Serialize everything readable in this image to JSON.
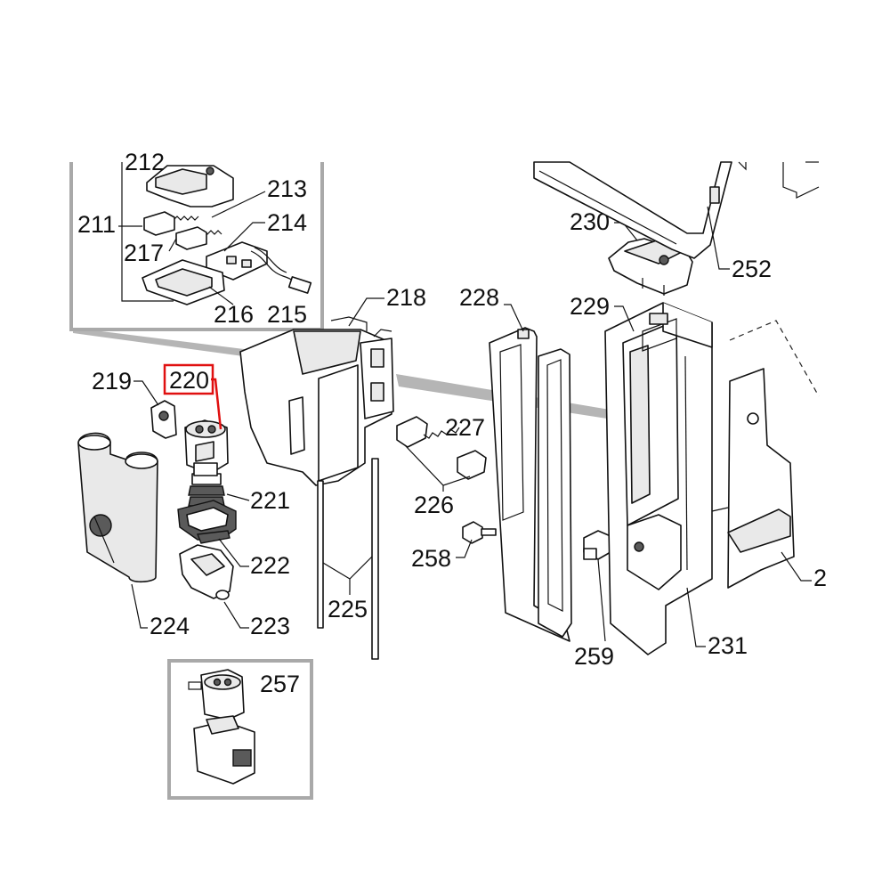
{
  "diagram": {
    "callouts": {
      "c211": "211",
      "c212": "212",
      "c213": "213",
      "c214": "214",
      "c215": "215",
      "c216": "216",
      "c217": "217",
      "c218": "218",
      "c219": "219",
      "c220": "220",
      "c221": "221",
      "c222": "222",
      "c223": "223",
      "c224": "224",
      "c225": "225",
      "c226": "226",
      "c227": "227",
      "c228": "228",
      "c229": "229",
      "c230": "230",
      "c231": "231",
      "c252": "252",
      "c257": "257",
      "c258": "258",
      "c259": "259"
    },
    "highlighted_callout": "220",
    "colors": {
      "highlight": "#e01010",
      "frame": "#a9a9a9",
      "line": "#111111"
    }
  }
}
